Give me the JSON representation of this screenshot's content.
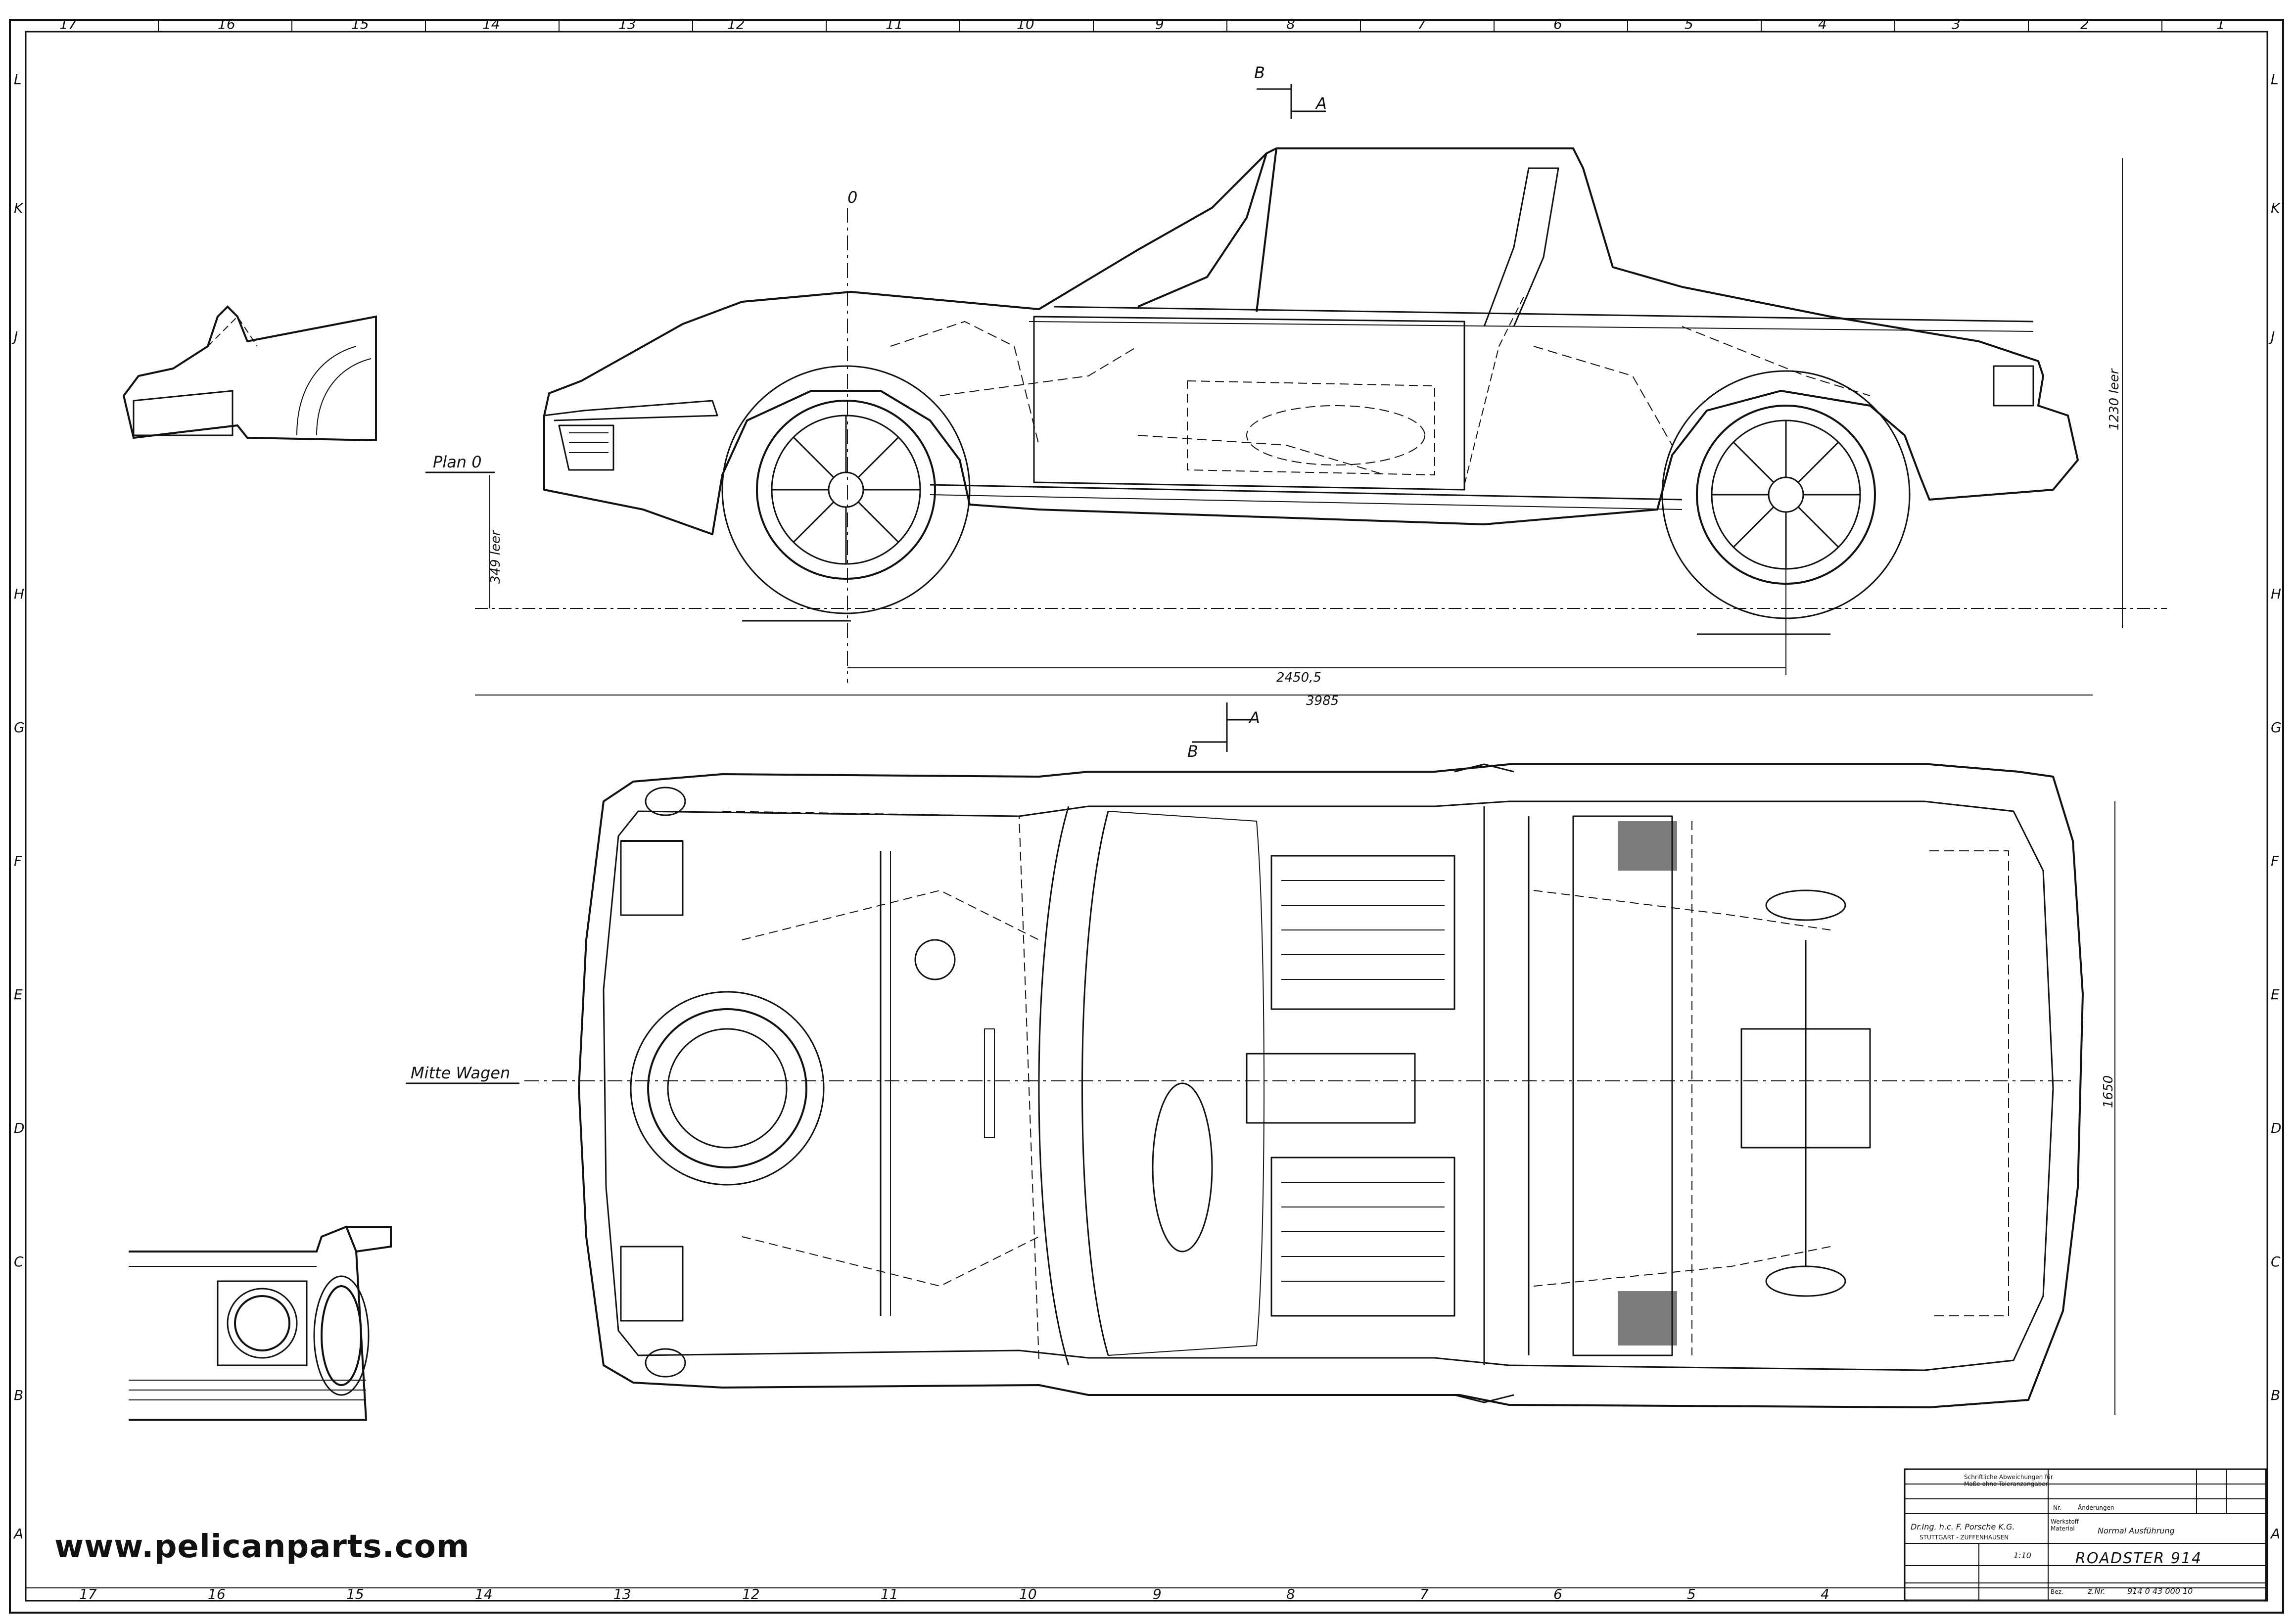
{
  "source_url": "www.pelicanparts.com",
  "grid": {
    "columns": [
      "17",
      "16",
      "15",
      "14",
      "13",
      "12",
      "11",
      "10",
      "9",
      "8",
      "7",
      "6",
      "5",
      "4",
      "3",
      "2",
      "1"
    ],
    "rows": [
      "L",
      "K",
      "J",
      "H",
      "G",
      "F",
      "E",
      "D",
      "C",
      "B",
      "A"
    ]
  },
  "markers": {
    "section_top_b": "B",
    "section_top_a": "A",
    "section_bottom_a": "A",
    "section_bottom_b": "B",
    "zero_line": "0"
  },
  "labels": {
    "plan_0": "Plan 0",
    "mitte_wagen": "Mitte Wagen"
  },
  "dimensions": {
    "wheelbase": "2450,5",
    "overall_length": "3985",
    "ground_clearance": "349 leer",
    "height": "1230 leer",
    "width": "1650"
  },
  "title_block": {
    "company": "Dr.Ing. h.c. F. Porsche K.G.",
    "company_sub": "STUTTGART - ZUFFENHAUSEN",
    "variant": "Normal Ausführung",
    "scale": "1:10",
    "model": "ROADSTER 914",
    "drawing_prefix": "z.Nr.",
    "drawing_number": "914 0 43 000 10",
    "header_note_1": "Schriftliche Abweichungen für",
    "header_note_2": "Maße ohne Toleranzangaben",
    "change_label": "Änderungen",
    "material_label": "Werkstoff",
    "material_sub": "Material",
    "rev_label": "Nr.",
    "remark_label": "Bez."
  }
}
